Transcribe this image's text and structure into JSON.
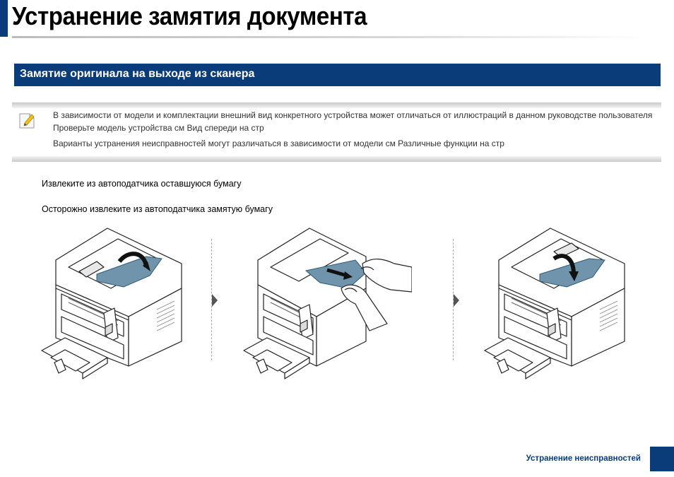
{
  "page": {
    "title": "Устранение замятия документа"
  },
  "section": {
    "header": "Замятие оригинала на выходе из сканера"
  },
  "note": {
    "icon": "note-pencil-icon",
    "line1": "В зависимости от модели и комплектации внешний вид конкретного устройства может отличаться от иллюстраций в данном руководстве пользователя  Проверьте модель устройства  см    Вид спереди    на стр",
    "line2": "Варианты устранения неисправностей могут различаться в зависимости от модели  см    Различные функции    на стр"
  },
  "steps": [
    {
      "text": "Извлеките из автоподатчика оставшуюся бумагу"
    },
    {
      "text": "Осторожно извлеките из автоподатчика замятую бумагу"
    }
  ],
  "illustrations": [
    {
      "icon": "printer-lift-adf-cover-illustration"
    },
    {
      "icon": "printer-pull-jammed-paper-illustration"
    },
    {
      "icon": "printer-close-adf-cover-illustration"
    }
  ],
  "footer": {
    "chapter": "Устранение неисправностей"
  },
  "colors": {
    "brand_blue": "#0b3c7a",
    "paper_blue": "#6f94ab"
  }
}
